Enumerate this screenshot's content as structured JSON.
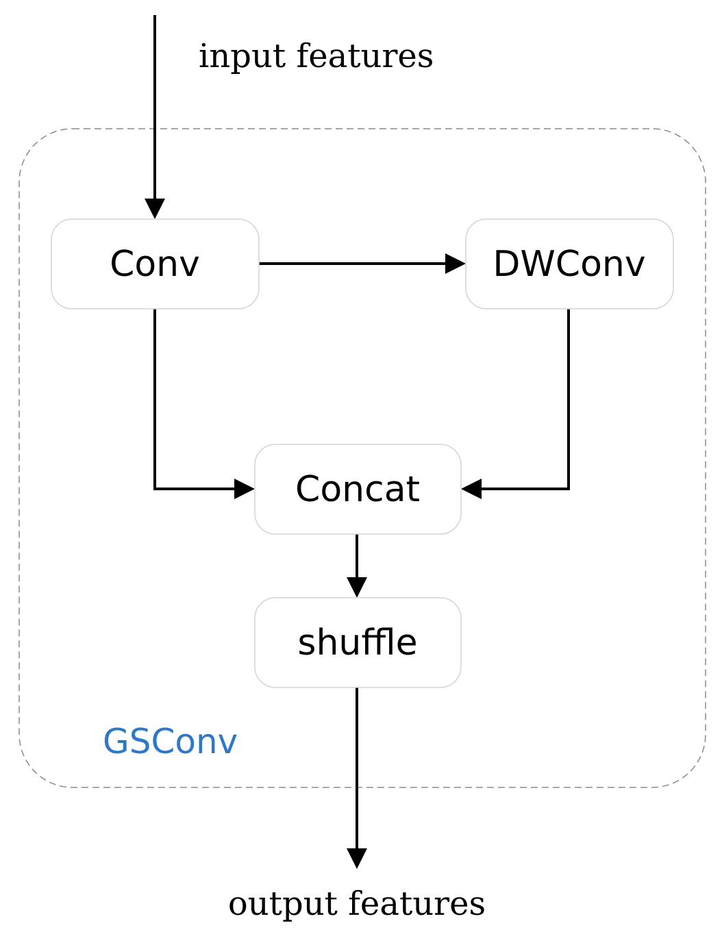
{
  "input_label": "input features",
  "output_label": "output features",
  "group": {
    "label": "GSConv",
    "label_color": "#2f78c6"
  },
  "nodes": {
    "conv": "Conv",
    "dwconv": "DWConv",
    "concat": "Concat",
    "shuffle": "shuffle"
  },
  "edges": [
    {
      "from": "input",
      "to": "conv"
    },
    {
      "from": "conv",
      "to": "dwconv"
    },
    {
      "from": "conv",
      "to": "concat"
    },
    {
      "from": "dwconv",
      "to": "concat"
    },
    {
      "from": "concat",
      "to": "shuffle"
    },
    {
      "from": "shuffle",
      "to": "output"
    }
  ]
}
